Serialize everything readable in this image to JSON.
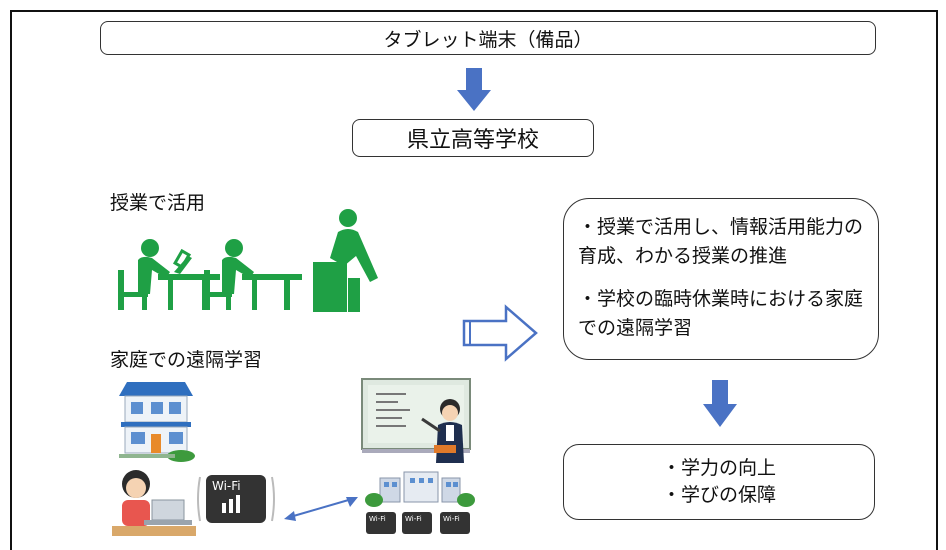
{
  "nodes": {
    "top": "タブレット端末（備品）",
    "school": "県立高等学校",
    "class_use": "授業で活用",
    "remote_learning": "家庭での遠隔学習",
    "outcome_1": "・授業で活用し、情報活用能力の育成、わかる授業の推進",
    "outcome_2": "・学校の臨時休業時における家庭での遠隔学習",
    "result_1": "・学力の向上",
    "result_2": "・学びの保障",
    "wifi_router": "Wi-Fi",
    "wifi_small": "Wi-Fi"
  },
  "colors": {
    "arrow_blue": "#4a72c4",
    "figure_green": "#1fa045",
    "house_blue": "#5c8fd0",
    "router_dark": "#333333"
  },
  "icons": [
    "down-arrow-icon",
    "hollow-right-arrow-icon",
    "classroom-figures-icon",
    "house-icon",
    "student-laptop-icon",
    "wifi-router-icon",
    "teacher-board-icon",
    "school-building-icon",
    "bidirectional-arrow-icon"
  ]
}
